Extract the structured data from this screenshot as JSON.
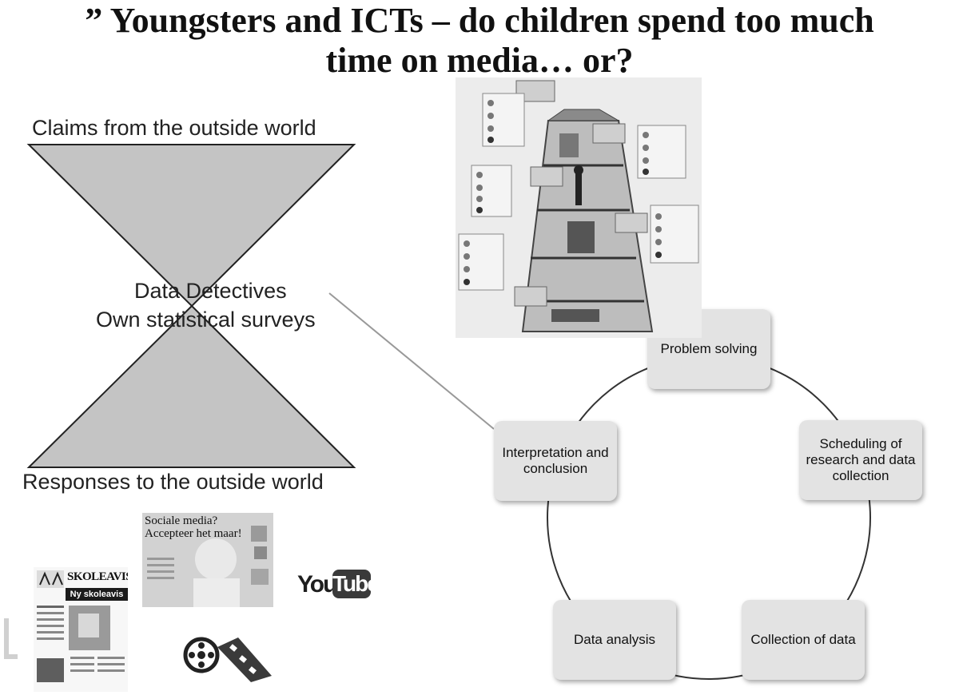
{
  "title": {
    "line1": "” Youngsters and ICTs – do children spend too much",
    "line2": "time on media… or?"
  },
  "hourglass": {
    "top_label": "Claims from the outside world",
    "bottom_label": "Responses to the outside world",
    "middle_line1": "Data Detectives",
    "middle_line2": "Own statistical surveys"
  },
  "cycle": {
    "steps": [
      "Problem solving",
      "Scheduling of research and data collection",
      "Collection of data",
      "Data analysis",
      "Interpretation and conclusion"
    ]
  },
  "images": {
    "youtube_you": "You",
    "youtube_tube": "Tube",
    "newspaper_masthead": "SKOLEAVISEN",
    "newspaper_headline": "Ny skoleavis",
    "social_media_headline_1": "Sociale media?",
    "social_media_headline_2": "Accepteer het maar!"
  },
  "colors": {
    "triangle_fill": "#c4c4c4",
    "step_fill": "#e3e3e3"
  }
}
